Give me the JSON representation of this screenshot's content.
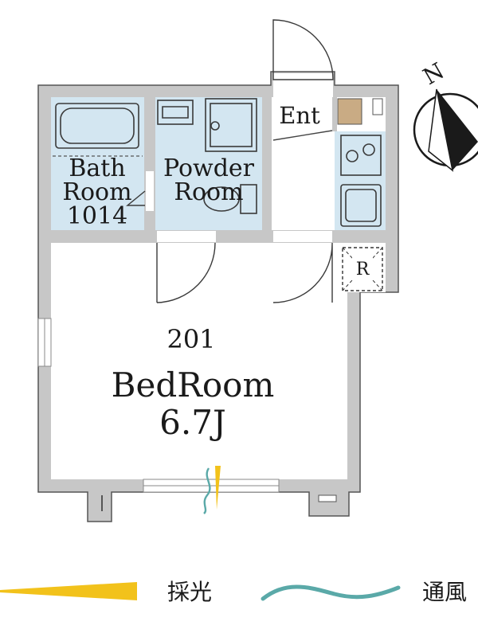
{
  "rooms": {
    "bath": {
      "line1": "Bath",
      "line2": "Room",
      "line3": "1014"
    },
    "powder": {
      "line1": "Powder",
      "line2": "Room"
    },
    "entrance": {
      "label": "Ent"
    },
    "refrigerator": {
      "label": "R"
    },
    "bedroom": {
      "unit": "201",
      "name": "BedRoom",
      "size": "6.7J"
    }
  },
  "compass": {
    "north": "N"
  },
  "legend": {
    "light_label": "採光",
    "wind_label": "通風"
  },
  "colors": {
    "wall": "#c7c7c7",
    "wall_edge": "#555555",
    "wet_area": "#d3e6f1",
    "entrance_mat": "#c9ab84",
    "light": "#f2c21b",
    "wind": "#5aa9a8"
  }
}
